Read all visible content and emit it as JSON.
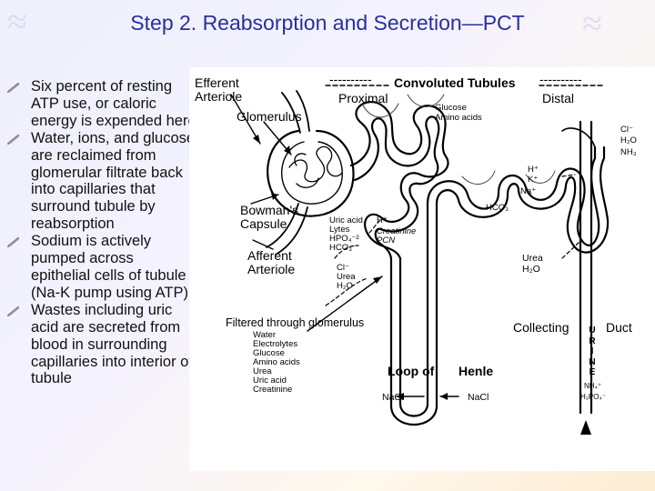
{
  "title": "Step 2. Reabsorption and Secretion—PCT",
  "bullets": [
    "Six percent of resting ATP use, or caloric energy is expended here",
    "Water, ions, and glucose are reclaimed from glomerular filtrate back into capillaries that surround tubule by reabsorption",
    "Sodium is actively pumped across epithelial cells of tubule (Na-K pump using ATP)",
    "Wastes including uric acid are secreted from blood in surrounding capillaries into interior of tubule"
  ],
  "figure": {
    "efferent_arteriole_1": "Efferent",
    "efferent_arteriole_2": "Arteriole",
    "convoluted_tubules": "Convoluted Tubules",
    "proximal": "Proximal",
    "distal": "Distal",
    "glomerulus": "Glomerulus",
    "glucose": "Glucose",
    "amino_acids": "Amino acids",
    "cl": "Cl⁻",
    "h2o_top": "H₂O",
    "nh3": "NH₃",
    "h_k_1": "H⁺",
    "h_k_2": "K⁺",
    "na_plus": "Na⁺",
    "bowmans_1": "Bowman's",
    "bowmans_2": "Capsule",
    "uric_col": [
      "Uric acid",
      "Lytes",
      "HPO₄⁻²",
      "HCO₃⁻"
    ],
    "h_plus": "H⁺",
    "creatinine_pcn_1": "Creatinine",
    "creatinine_pcn_2": "PCN",
    "hco3": "HCO₃",
    "afferent_1": "Afferent",
    "afferent_2": "Arteriole",
    "cl_urea_h2o": [
      "Cl⁻",
      "Urea",
      "H₂O"
    ],
    "urea_h2o": [
      "Urea",
      "H₂O"
    ],
    "filtered": "Filtered through glomerulus",
    "filtered_items": [
      "Water",
      "Electrolytes",
      "Glucose",
      "Amino acids",
      "Urea",
      "Uric acid",
      "Creatinine"
    ],
    "collecting": "Collecting",
    "duct": "Duct",
    "urine_letters": [
      "U",
      "R",
      "I",
      "N",
      "E"
    ],
    "loop_of": "Loop of",
    "henle": "Henle",
    "nacl_left": "NaCl",
    "nacl_right": "NaCl",
    "nh4": "NH₄⁺",
    "hpo4": "H₂PO₄⁻",
    "dashes": "----------"
  }
}
